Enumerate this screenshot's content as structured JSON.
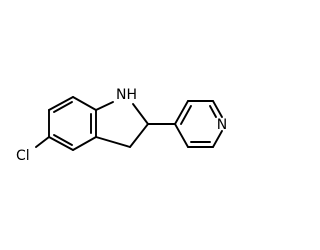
{
  "molecule": {
    "atoms": {
      "nh": "NH",
      "n": "N",
      "cl": "Cl"
    },
    "colors": {
      "bond": "#000000",
      "label": "#000000",
      "background": "#ffffff"
    }
  }
}
